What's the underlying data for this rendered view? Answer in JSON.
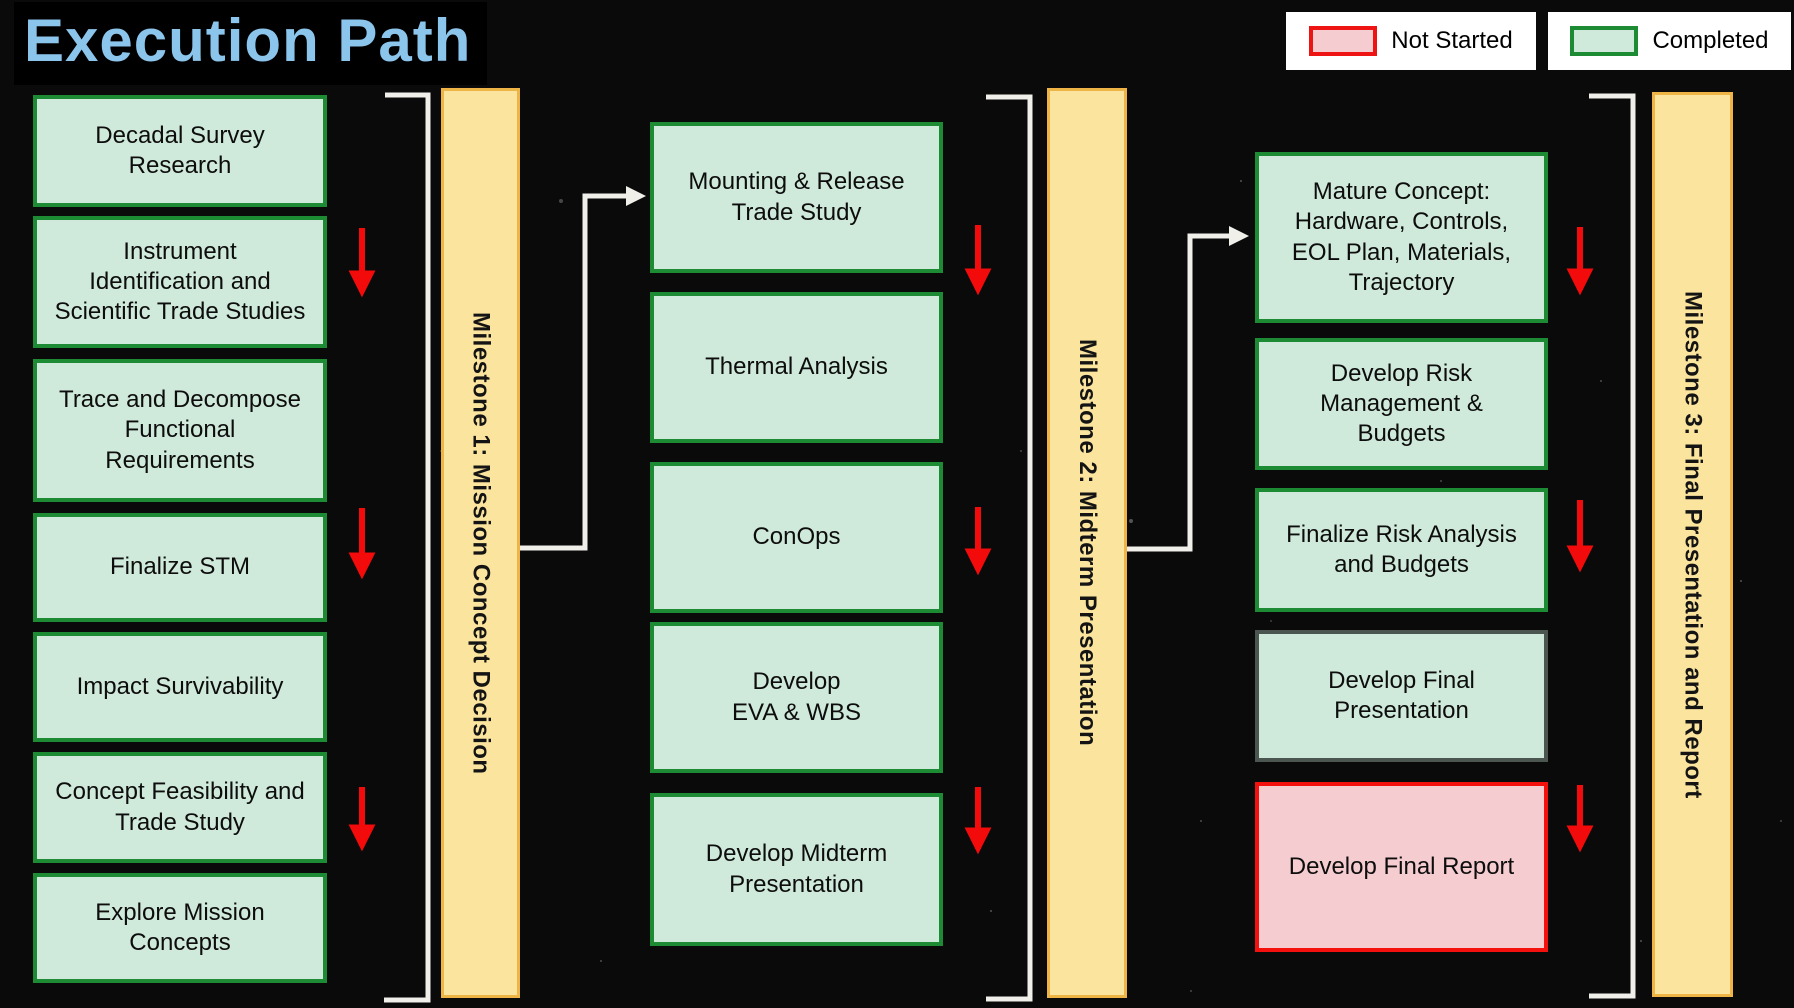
{
  "title": "Execution Path",
  "legend": {
    "not_started": {
      "label": "Not Started"
    },
    "completed": {
      "label": "Completed"
    }
  },
  "milestones": [
    {
      "label": "Milestone 1: Mission Concept Decision"
    },
    {
      "label": "Milestone 2: Midterm Presentation"
    },
    {
      "label": "Milestone 3: Final Presentation and Report"
    }
  ],
  "columns": [
    {
      "boxes": [
        {
          "label": "Decadal Survey Research",
          "status": "completed"
        },
        {
          "label": "Instrument Identification and Scientific Trade Studies",
          "status": "completed"
        },
        {
          "label": "Trace and Decompose Functional Requirements",
          "status": "completed"
        },
        {
          "label": "Finalize STM",
          "status": "completed"
        },
        {
          "label": "Impact Survivability",
          "status": "completed"
        },
        {
          "label": "Concept Feasibility and Trade Study",
          "status": "completed"
        },
        {
          "label": "Explore Mission Concepts",
          "status": "completed"
        }
      ]
    },
    {
      "boxes": [
        {
          "label": "Mounting & Release Trade Study",
          "status": "completed"
        },
        {
          "label": "Thermal Analysis",
          "status": "completed"
        },
        {
          "label": "ConOps",
          "status": "completed"
        },
        {
          "label": "Develop\nEVA & WBS",
          "status": "completed"
        },
        {
          "label": "Develop Midterm Presentation",
          "status": "completed"
        }
      ]
    },
    {
      "boxes": [
        {
          "label": "Mature Concept: Hardware, Controls, EOL Plan, Materials, Trajectory",
          "status": "completed"
        },
        {
          "label": "Develop Risk Management & Budgets",
          "status": "completed"
        },
        {
          "label": "Finalize Risk Analysis and Budgets",
          "status": "completed"
        },
        {
          "label": "Develop Final Presentation",
          "status": "completed",
          "variant": "dark-border"
        },
        {
          "label": "Develop Final Report",
          "status": "not_started"
        }
      ]
    }
  ],
  "colors": {
    "completed_fill": "#cfe9da",
    "completed_border": "#1d8b33",
    "not_started_fill": "#f5cdd1",
    "not_started_border": "#f3100d",
    "milestone_fill": "#fbe49e",
    "milestone_border": "#eeb446",
    "title_text": "#8cc5ec",
    "progress_arrow": "#f30b0b",
    "connector": "#f0efe9"
  }
}
